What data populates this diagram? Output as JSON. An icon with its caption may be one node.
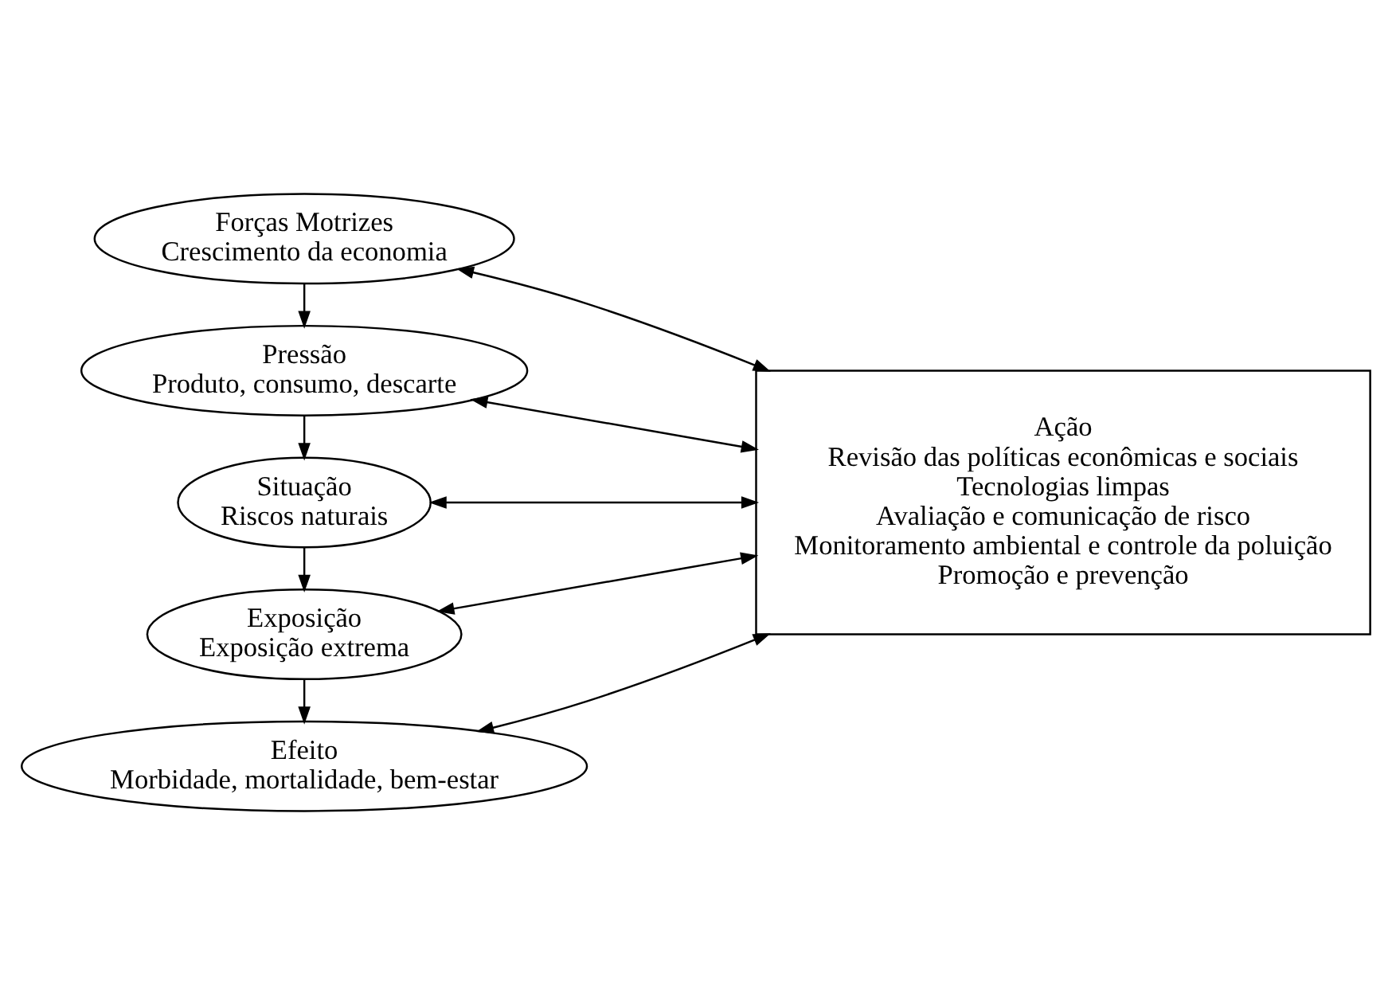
{
  "diagram": {
    "nodes": [
      {
        "text": [
          "Forças Motrizes",
          "Crescimento da economia"
        ]
      },
      {
        "text": [
          "Pressão",
          "Produto, consumo, descarte"
        ]
      },
      {
        "text": [
          "Situação",
          "Riscos naturais"
        ]
      },
      {
        "text": [
          "Exposição",
          "Exposição extrema"
        ]
      },
      {
        "text": [
          "Efeito",
          "Morbidade, mortalidade, bem-estar"
        ]
      },
      {
        "text": [
          "Ação",
          "Revisão das políticas econômicas e sociais",
          "Tecnologias limpas",
          "Avaliação e comunicação de risco",
          "Monitoramento ambiental e controle da poluição",
          "Promoção e prevenção"
        ]
      }
    ],
    "edges": [
      {
        "from": 0,
        "to": 1,
        "arrow": "to"
      },
      {
        "from": 1,
        "to": 2,
        "arrow": "to"
      },
      {
        "from": 2,
        "to": 3,
        "arrow": "to"
      },
      {
        "from": 3,
        "to": 4,
        "arrow": "to"
      },
      {
        "from": 0,
        "to": 5,
        "arrow": "both"
      },
      {
        "from": 1,
        "to": 5,
        "arrow": "both"
      },
      {
        "from": 2,
        "to": 5,
        "arrow": "both"
      },
      {
        "from": 3,
        "to": 5,
        "arrow": "both"
      },
      {
        "from": 4,
        "to": 5,
        "arrow": "both"
      }
    ]
  }
}
